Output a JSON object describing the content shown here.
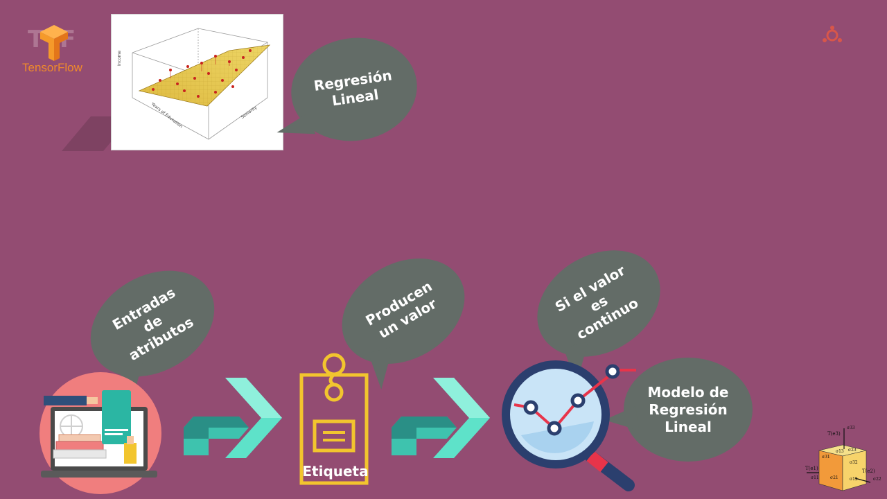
{
  "brand": {
    "logo_text": "TensorFlow"
  },
  "plot": {
    "axis_vertical": "Income",
    "axis_left": "Years of Education",
    "axis_right": "Seniority"
  },
  "bubbles": {
    "regresion_lineal": "Regresión Lineal",
    "entradas": "Entradas de atributos",
    "producen": "Producen un valor",
    "si_valor": "Si el valor es continuo",
    "modelo": "Modelo de Regresión Lineal"
  },
  "labels": {
    "etiqueta": "Etiqueta"
  },
  "stress_cube": {
    "t_e3": "T(e3)",
    "t_e1": "T(e1)",
    "t_e2": "T(e2)",
    "s33": "σ33",
    "s31": "σ31",
    "s32": "σ32",
    "s13": "σ13",
    "s23": "σ23",
    "s11": "σ11",
    "s21": "σ21",
    "s12": "σ12",
    "s22": "σ22"
  },
  "colors": {
    "background": "#934c72",
    "bubble": "#636c67",
    "teal": "#3fcfb6",
    "teal_dark": "#2a8f86",
    "yellow": "#f2c52e",
    "coral": "#f07e7e",
    "navy": "#2b3f6e"
  }
}
